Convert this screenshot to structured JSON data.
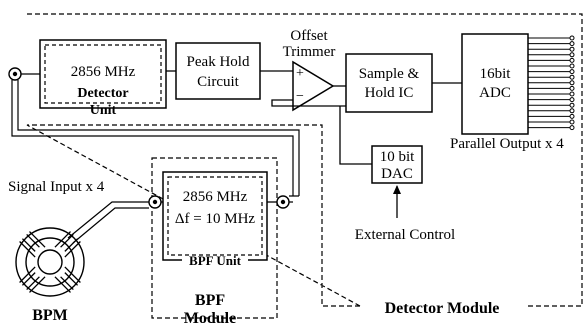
{
  "detector_module": {
    "label": "Detector Module",
    "detector_unit": {
      "freq": "2856 MHz",
      "label_line1": "Detector",
      "label_line2": "Unit"
    },
    "peak_hold": {
      "line1": "Peak Hold",
      "line2": "Circuit"
    },
    "offset_trimmer": {
      "line1": "Offset",
      "line2": "Trimmer"
    },
    "comparator": {
      "plus": "+",
      "minus": "−"
    },
    "sample_hold": {
      "line1": "Sample &",
      "line2": "Hold IC"
    },
    "adc": {
      "line1": "16bit",
      "line2": "ADC"
    },
    "parallel_output": "Parallel Output x 4",
    "dac": {
      "line1": "10 bit",
      "line2": "DAC"
    },
    "external_control": "External Control"
  },
  "bpf_module": {
    "label_line1": "BPF",
    "label_line2": "Module",
    "bpf_unit": {
      "freq": "2856 MHz",
      "bandwidth": "Δf = 10 MHz",
      "label": "BPF Unit"
    }
  },
  "signal_input": "Signal Input x 4",
  "bpm": {
    "label": "BPM"
  }
}
